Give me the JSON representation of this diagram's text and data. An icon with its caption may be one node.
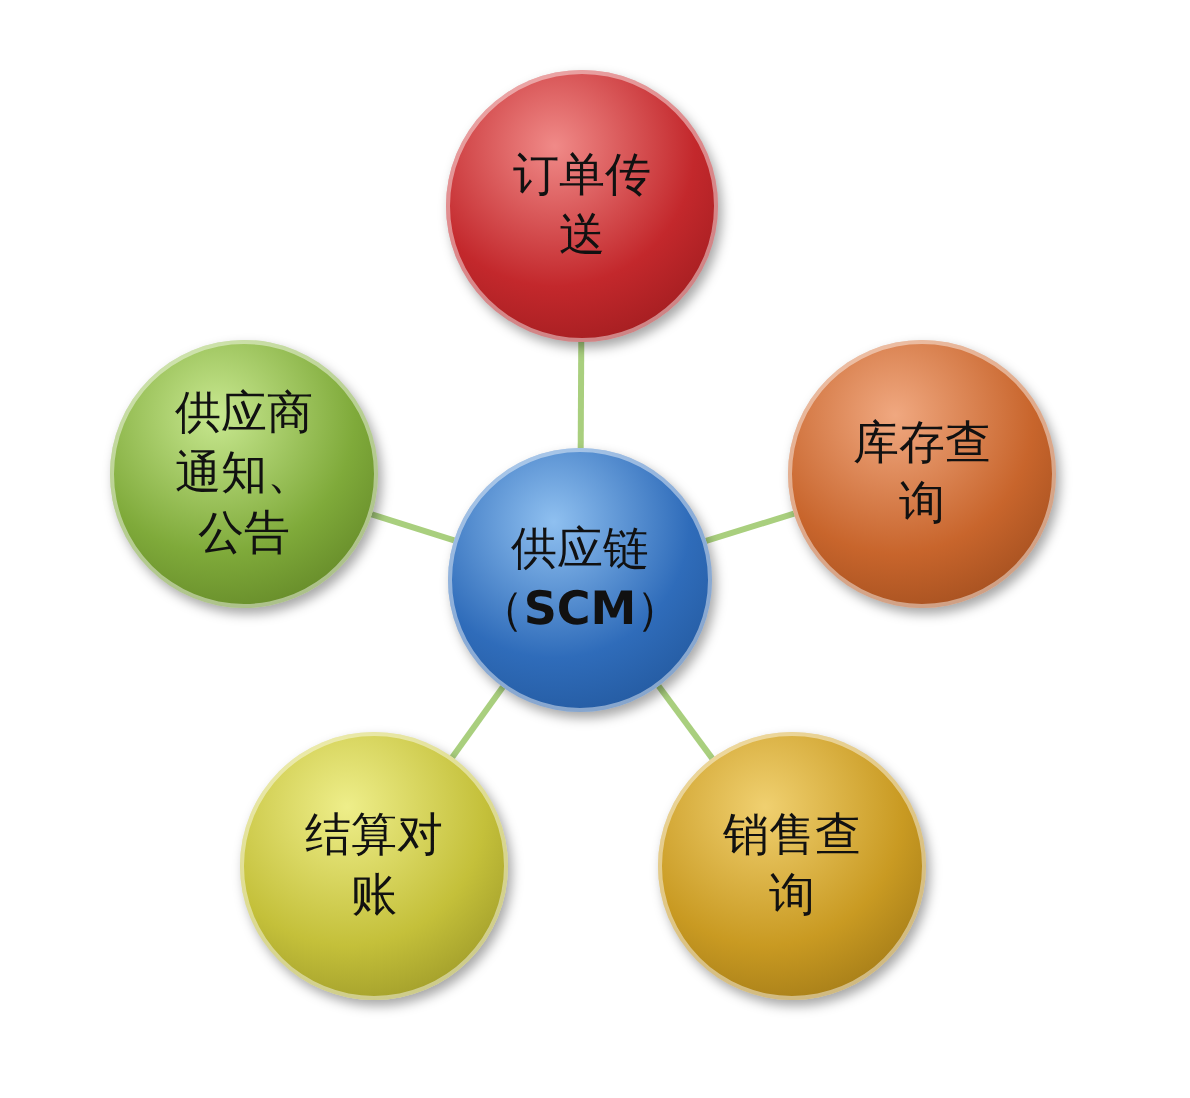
{
  "diagram": {
    "nodes": [
      {
        "text": [
          "供应链（**SCM**）"
        ]
      },
      {
        "text": [
          "订单传送"
        ]
      },
      {
        "text": [
          "库存查询"
        ]
      },
      {
        "text": [
          "销售查询"
        ]
      },
      {
        "text": [
          "结算对账"
        ]
      },
      {
        "text": [
          "供应商通知、公告"
        ]
      }
    ],
    "edges": [
      {
        "from": 0,
        "to": 1,
        "arrow": "none"
      },
      {
        "from": 0,
        "to": 2,
        "arrow": "none"
      },
      {
        "from": 0,
        "to": 3,
        "arrow": "none"
      },
      {
        "from": 0,
        "to": 4,
        "arrow": "none"
      },
      {
        "from": 0,
        "to": 5,
        "arrow": "none"
      }
    ]
  }
}
